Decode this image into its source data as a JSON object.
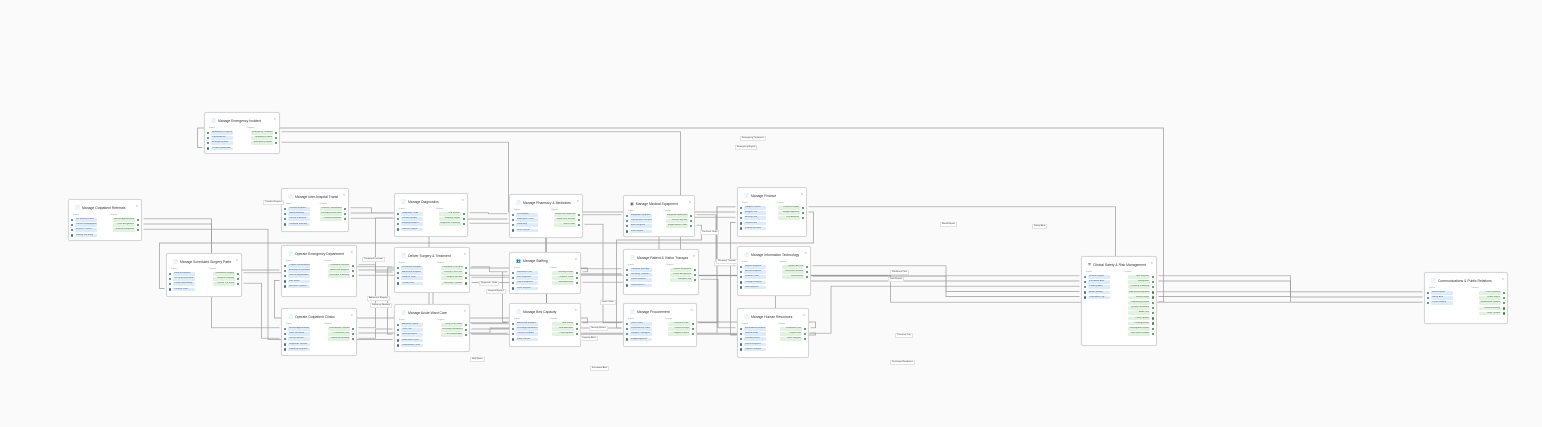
{
  "diagram": {
    "nodes": [
      {
        "id": "n1",
        "title": "Manage Emergency Incident",
        "icon": "document-icon",
        "inputs_label": "Inputs",
        "outputs_label": "Outputs",
        "inputs": [
          "Ambulance Dispatch Call",
          "Patient Arrival",
          "Emergency Alert",
          "Trauma Notification"
        ],
        "outputs": [
          "Emergency Treatment",
          "Stabilized Patient",
          "Emergency Report"
        ]
      },
      {
        "id": "n2",
        "title": "Manage Outpatient Referrals",
        "icon": "document-icon",
        "inputs_label": "Inputs",
        "outputs_label": "Outputs",
        "inputs": [
          "GP Referral Letter",
          "Patient Demographics",
          "Referral Criteria",
          "Waiting List Entry"
        ],
        "outputs": [
          "Booked Appointment",
          "Clinic Assignment",
          "Referral Response"
        ]
      },
      {
        "id": "n3",
        "title": "Manage Scheduled Surgery Pathway",
        "icon": "document-icon",
        "inputs_label": "Inputs",
        "outputs_label": "Outputs",
        "inputs": [
          "Surgery Request",
          "Pre-op Assessment",
          "Theatre Availability",
          "Consent Form"
        ],
        "outputs": [
          "Scheduled Surgery",
          "Surgical Pathway",
          "Theatre List Entry"
        ]
      },
      {
        "id": "n4",
        "title": "Manage Inter-hospital Transfers",
        "icon": "document-icon",
        "inputs_label": "Inputs",
        "outputs_label": "Outputs",
        "inputs": [
          "Transfer Request",
          "Bed Availability",
          "Clinical Summary",
          "Transport Booking"
        ],
        "outputs": [
          "Transfer Confirmation",
          "Receiving Ward Notice",
          "Patient Handover"
        ]
      },
      {
        "id": "n5",
        "title": "Operate Emergency Department",
        "icon": "document-icon",
        "inputs_label": "Inputs",
        "outputs_label": "Outputs",
        "inputs": [
          "Triaged Patient Arrival",
          "Ambulance Handover",
          "Walk-in Registration",
          "Bed Status",
          "Specialist Opinion"
        ],
        "outputs": [
          "Treatment Decision",
          "Admission Request",
          "Discharge Summary"
        ]
      },
      {
        "id": "n6",
        "title": "Operate Outpatient Clinics",
        "icon": "document-icon",
        "inputs_label": "Inputs",
        "outputs_label": "Outputs",
        "inputs": [
          "Booked Appointment",
          "Clinic Schedule",
          "Patient Record",
          "Diagnostic Results",
          "Follow-up Request"
        ],
        "outputs": [
          "Consultation Outcome",
          "Treatment Plan",
          "Follow-up Booking"
        ]
      },
      {
        "id": "n7",
        "title": "Manage Diagnostics",
        "icon": "document-icon",
        "inputs_label": "Inputs",
        "outputs_label": "Outputs",
        "inputs": [
          "Diagnostic Order",
          "Patient Sample",
          "Imaging Request",
          "Clinical Context"
        ],
        "outputs": [
          "Lab Results",
          "Imaging Report",
          "Diagnostic Summary"
        ]
      },
      {
        "id": "n8",
        "title": "Deliver Surgery & Treatment",
        "icon": "document-icon",
        "inputs_label": "Inputs",
        "outputs_label": "Outputs",
        "inputs": [
          "Scheduled Surgery",
          "Admission Request",
          "Surgical Team",
          "Theatre Slot"
        ],
        "outputs": [
          "Completed Procedure",
          "Post-op Care Plan",
          "Surgical Record",
          "Recovery Transfer"
        ]
      },
      {
        "id": "n9",
        "title": "Manage Acute Ward Care",
        "icon": "document-icon",
        "inputs_label": "Inputs",
        "outputs_label": "Outputs",
        "inputs": [
          "Admitted Patient",
          "Care Plan",
          "Nursing Roster",
          "Medication Chart",
          "Observation Chart"
        ],
        "outputs": [
          "Daily Care Notes",
          "Discharge Readiness",
          "Escalation Alert"
        ]
      },
      {
        "id": "n10",
        "title": "Manage Pharmacy & Medicines",
        "icon": "document-icon",
        "inputs_label": "Inputs",
        "outputs_label": "Outputs",
        "inputs": [
          "Prescription",
          "Medication Chart",
          "Formulary",
          "Stock Levels"
        ],
        "outputs": [
          "Dispensed Medication",
          "Medication Review",
          "Stock Order"
        ]
      },
      {
        "id": "n11",
        "title": "Manage Staffing",
        "icon": "people-icon",
        "inputs_label": "Inputs",
        "outputs_label": "Outputs",
        "inputs": [
          "Workforce Plan",
          "Shift Requests",
          "Leave Requests",
          "Skills Register"
        ],
        "outputs": [
          "Nursing Roster",
          "Surgical Team",
          "Staff Allocation"
        ]
      },
      {
        "id": "n12",
        "title": "Manage Bed Capacity",
        "icon": "document-icon",
        "inputs_label": "Inputs",
        "outputs_label": "Outputs",
        "inputs": [
          "Admission Request",
          "Discharge Readiness",
          "Transfer Request",
          "Ward Census"
        ],
        "outputs": [
          "Bed Status",
          "Bed Allocation",
          "Capacity Alert"
        ]
      },
      {
        "id": "n13",
        "title": "Manage Medical Equipment",
        "icon": "device-icon",
        "inputs_label": "Inputs",
        "outputs_label": "Outputs",
        "inputs": [
          "Equipment Request",
          "Maintenance Schedule",
          "Asset Register",
          "Fault Report"
        ],
        "outputs": [
          "Equipment Allocation",
          "Service Record",
          "Replacement Order"
        ]
      },
      {
        "id": "n14",
        "title": "Manage Patient & Visitor Transport",
        "icon": "document-icon",
        "inputs_label": "Inputs",
        "outputs_label": "Outputs",
        "inputs": [
          "Transport Booking",
          "Recovery Transfer",
          "Porter Request",
          "Visitor Access"
        ],
        "outputs": [
          "Patient Movement",
          "Porter Assignment",
          "Transport Log"
        ]
      },
      {
        "id": "n15",
        "title": "Manage Procurement",
        "icon": "document-icon",
        "inputs_label": "Inputs",
        "outputs_label": "Outputs",
        "inputs": [
          "Stock Order",
          "Replacement Order",
          "Supplier Catalogue",
          "Budget Approval"
        ],
        "outputs": [
          "Purchase Order",
          "Goods Receipt",
          "Supplier Invoice"
        ]
      },
      {
        "id": "n16",
        "title": "Manage Finance",
        "icon": "document-icon",
        "inputs_label": "Inputs",
        "outputs_label": "Outputs",
        "inputs": [
          "Supplier Invoice",
          "Budget Plan",
          "Activity Data",
          "Payroll Data",
          "Income Records"
        ],
        "outputs": [
          "Financial Report",
          "Budget Approval",
          "Cost Analysis"
        ]
      },
      {
        "id": "n17",
        "title": "Manage Information Technology",
        "icon": "document-icon",
        "inputs_label": "Inputs",
        "outputs_label": "Outputs",
        "inputs": [
          "System Request",
          "Access Request",
          "Incident Ticket",
          "Change Request",
          "Data Request"
        ],
        "outputs": [
          "System Access",
          "Resolved Incident",
          "Data Extract"
        ]
      },
      {
        "id": "n18",
        "title": "Manage Human Resources",
        "icon": "document-icon",
        "inputs_label": "Inputs",
        "outputs_label": "Outputs",
        "inputs": [
          "Recruitment Request",
          "Staff Records",
          "Training Needs",
          "Leave Requests",
          "Payroll Changes"
        ],
        "outputs": [
          "Workforce Plan",
          "Payroll Data",
          "Skills Register"
        ]
      },
      {
        "id": "n19",
        "title": "Clinical Safety & Risk Management",
        "icon": "shield-icon",
        "inputs_label": "Inputs",
        "outputs_label": "Outputs",
        "inputs": [
          "Incident Report",
          "Escalation Alert",
          "Capacity Alert",
          "Audit Findings",
          "Complaints Log"
        ],
        "outputs": [
          "Risk Register",
          "Safety Alert",
          "Learning Summary",
          "Improvement Actions",
          "Board Report",
          "Regulatory Return",
          "Quality Dashboard",
          "Audit Plan",
          "Policy Update",
          "Training Needs",
          "Investigation Report",
          "Assurance Report"
        ]
      },
      {
        "id": "n20",
        "title": "Communications & Public Relations",
        "icon": "document-icon",
        "inputs_label": "Inputs",
        "outputs_label": "Outputs",
        "inputs": [
          "Board Report",
          "Safety Alert",
          "Public Enquiry"
        ],
        "outputs": [
          "Press Release",
          "Public Notice",
          "Stakeholder Update",
          "Internal Briefing",
          "Web Content"
        ]
      }
    ],
    "edge_labels": [
      {
        "id": "el1",
        "text": "Emergency Treatment"
      },
      {
        "id": "el2",
        "text": "Emergency Report"
      },
      {
        "id": "el3",
        "text": "Transfer Request"
      },
      {
        "id": "el4",
        "text": "Treatment Decision"
      },
      {
        "id": "el5",
        "text": "Admission Request"
      },
      {
        "id": "el6",
        "text": "Follow-up Booking"
      },
      {
        "id": "el7",
        "text": "Diagnostic Order"
      },
      {
        "id": "el8",
        "text": "Surgical Record"
      },
      {
        "id": "el9",
        "text": "Nursing Roster"
      },
      {
        "id": "el10",
        "text": "Bed Status"
      },
      {
        "id": "el11",
        "text": "Escalation Alert"
      },
      {
        "id": "el12",
        "text": "Capacity Alert"
      },
      {
        "id": "el13",
        "text": "Stock Order"
      },
      {
        "id": "el14",
        "text": "Purchase Order"
      },
      {
        "id": "el15",
        "text": "Supplier Invoice"
      },
      {
        "id": "el16",
        "text": "Board Report"
      },
      {
        "id": "el17",
        "text": "Safety Alert"
      },
      {
        "id": "el18",
        "text": "Workforce Plan"
      },
      {
        "id": "el19",
        "text": "Data Extract"
      },
      {
        "id": "el20",
        "text": "Transport Log"
      },
      {
        "id": "el21",
        "text": "Recovery Transfer"
      },
      {
        "id": "el22",
        "text": "Discharge Readiness"
      }
    ]
  }
}
